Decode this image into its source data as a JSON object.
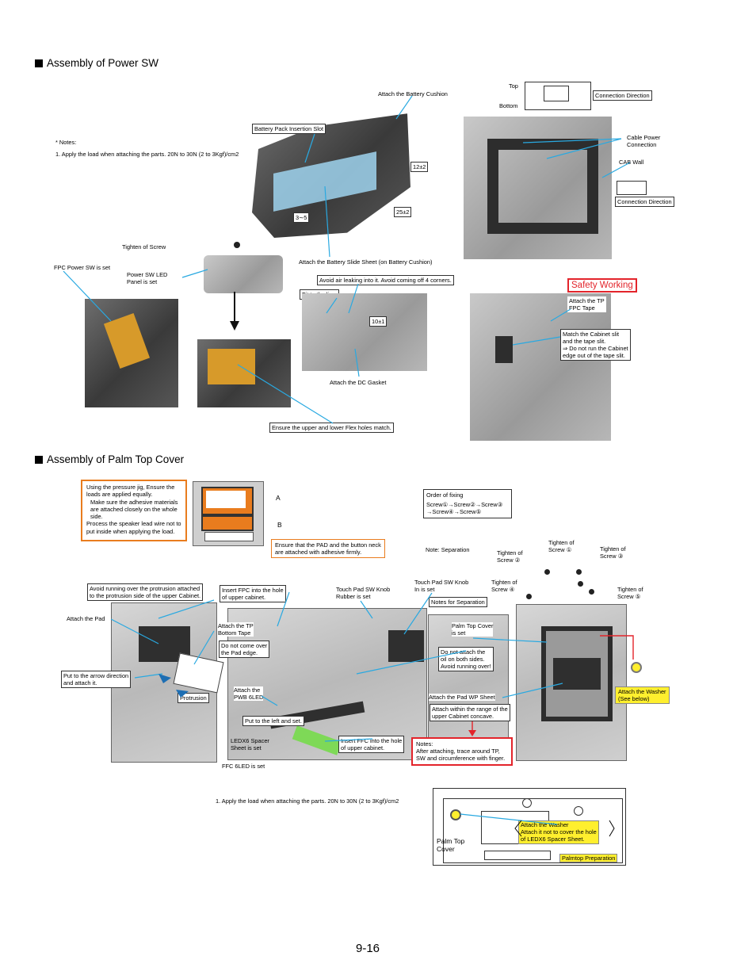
{
  "sections": {
    "power_sw": "Assembly of Power SW",
    "palm_top": "Assembly of Palm Top Cover"
  },
  "power": {
    "notes_title": "* Notes:",
    "notes_1": "1. Apply the load when attaching the parts. 20N to 30N (2 to 3Kgf)/cm2",
    "battery_cushion": "Attach the Battery Cushion",
    "battery_slot": "Battery Pack Insertion Slot",
    "dim_12": "12±2",
    "dim_25": "25±2",
    "dim_3_5": "3∼5",
    "slide_sheet": "Attach the Battery Slide Sheet (on Battery Cushion)",
    "top": "Top",
    "bottom": "Bottom",
    "conn_dir_1": "Connection Direction",
    "cable_power_1": "Cable Power",
    "cable_power_2": "Connection",
    "cab_wall": "CAB Wall",
    "conn_dir_2": "Connection Direction",
    "tighten_screw": "Tighten of Screw",
    "fpc_power_sw": "FPC Power SW is set",
    "led_panel_1": "Power SW LED",
    "led_panel_2": "Panel is set",
    "avoid_air": "Avoid air leaking into it.  Avoid coming off 4 corners.",
    "fit_line": "Fit to the line.",
    "dim_10": "10±1",
    "dc_gasket": "Attach the DC Gasket",
    "flex_holes": "Ensure the upper and lower Flex holes match.",
    "safety": "Safety Working",
    "tp_fpc_1": "Attach the TP",
    "tp_fpc_2": "FPC Tape",
    "slit_1": "Match the Cabinet slit",
    "slit_2": "and the tape slit.",
    "slit_3": "⇒ Do not run the Cabinet",
    "slit_4": "edge out of the tape slit."
  },
  "palm": {
    "jig_1": "Using the pressure jig, Ensure the",
    "jig_2": "loads are applied equally.",
    "jig_3": "Make sure the adhesive materials",
    "jig_4": "are attached closely on the whole",
    "jig_5": "side.",
    "jig_6": "Process the speaker lead wire not to",
    "jig_7": "put inside when applying the load.",
    "label_a": "A",
    "label_b": "B",
    "pad_btn_1": "Ensure that the PAD and the button neck",
    "pad_btn_2": "are attached with adhesive firmly.",
    "order_title": "Order of fixing",
    "order_1": "Screw①→Screw②→Screw③",
    "order_2": "→Screw④→Screw⑤",
    "note_sep": "Note: Separation",
    "screw_1_a": "Tighten of",
    "screw_1_b": "Screw ①",
    "screw_2_a": "Tighten of",
    "screw_2_b": "Screw ②",
    "screw_3_a": "Tighten of",
    "screw_3_b": "Screw ③",
    "screw_4_a": "Tighten of",
    "screw_4_b": "Screw ④",
    "screw_5_a": "Tighten of",
    "screw_5_b": "Screw ⑤",
    "avoid_prot_1": "Avoid running over the protrusion attached",
    "avoid_prot_2": "to the protrusion side of the upper Cabinet.",
    "insert_fpc_1": "Insert FPC into the hole",
    "insert_fpc_2": "of upper cabinet.",
    "knob_rubber_1": "Touch Pad SW Knob",
    "knob_rubber_2": "Rubber is set",
    "knob_in_1": "Touch Pad SW Knob",
    "knob_in_2": "In is set",
    "notes_sep": "Notes for Separation",
    "attach_pad": "Attach the Pad",
    "tp_bottom_1": "Attach the TP",
    "tp_bottom_2": "Bottom Tape",
    "pad_edge_1": "Do not come over",
    "pad_edge_2": "the Pad edge.",
    "palm_cover_1": "Palm Top Cover",
    "palm_cover_2": "is set",
    "oil_1": "Do not attach the",
    "oil_2": "oil on both sides.",
    "oil_3": "Avoid running over!",
    "arrow_dir_1": "Put to the arrow direction",
    "arrow_dir_2": "and attach it.",
    "protrusion": "Protrusion",
    "pwb_1": "Attach the",
    "pwb_2": "PWB 6LED",
    "left_set": "Put to the left and set.",
    "wp_sheet": "Attach the Pad WP Sheet",
    "concave_1": "Attach within the range of the",
    "concave_2": "upper Cabinet concave.",
    "washer_1": "Attach the Washer",
    "washer_2": "(See below)",
    "spacer_1": "LEDX6 Spacer",
    "spacer_2": "Sheet is set",
    "insert_ffc_1": "Insert FFC into the hole",
    "insert_ffc_2": "of upper cabinet.",
    "notes_title": "Notes:",
    "notes_1": "After attaching, trace around TP,",
    "notes_2": "SW and circumference with finger.",
    "ffc_led": "FFC 6LED is set",
    "load_note": "1. Apply the load when attaching the parts.  20N to 30N (2 to 3Kgf)/cm2",
    "palm_top_1": "Palm Top",
    "palm_top_2": "Cover",
    "washer_b_1": "Attach the Washer",
    "washer_b_2": "Attach it not to cover the hole",
    "washer_b_3": "of LEDX6 Spacer Sheet.",
    "palm_prep": "Palmtop Preparation"
  },
  "page_number": "9-16",
  "colors": {
    "callout": "#29a9e1",
    "warning": "#e3242b",
    "highlight": "#ffef2e",
    "orange": "#e97c1e"
  }
}
